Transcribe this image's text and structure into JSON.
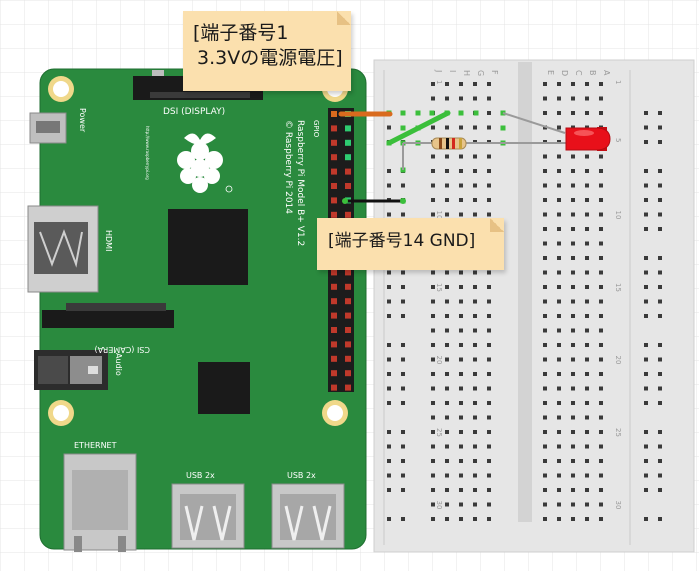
{
  "notes": {
    "pin1_line1": "[端子番号1",
    "pin1_line2": "3.3Vの電源電圧]",
    "pin14": "[端子番号14 GND]"
  },
  "board": {
    "dsi": "DSI (DISPLAY)",
    "power": "Power",
    "hdmi": "HDMI",
    "csi": "CSI (CAMERA)",
    "audio": "Audio",
    "ethernet": "ETHERNET",
    "usb1": "USB 2x",
    "usb2": "USB 2x",
    "gpio": "GPIO",
    "model_line1": "Raspberry Pi Model B+ V1.2",
    "model_line2": "© Raspberry Pi 2014",
    "url": "http://www.raspberrypi.org"
  },
  "breadboard": {
    "columns": [
      "J",
      "I",
      "H",
      "G",
      "F",
      "E",
      "D",
      "C",
      "B",
      "A"
    ],
    "row_numbers": [
      "1",
      "5",
      "10",
      "15",
      "20",
      "25",
      "30"
    ]
  },
  "colors": {
    "board": "#2a8a3e",
    "breadboard": "#e6e6e6",
    "wire_orange": "#d96b1e",
    "wire_green": "#3bbf3b",
    "wire_black": "#111111",
    "led": "#e8101a",
    "note": "#fbe0ae"
  }
}
